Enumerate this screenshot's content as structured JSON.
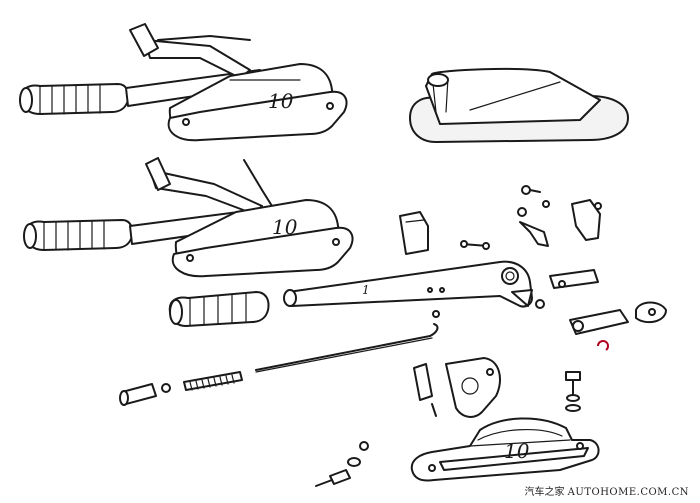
{
  "labels": {
    "assembly_a_number": "10",
    "assembly_b_number": "10",
    "bracket_number": "10",
    "lever_arm_mark": "1"
  },
  "watermark": {
    "brand": "汽车之家",
    "site": "AUTOHOME.COM.CN"
  },
  "colors": {
    "line": "#1a1a1a",
    "clip_accent": "#b00020"
  }
}
